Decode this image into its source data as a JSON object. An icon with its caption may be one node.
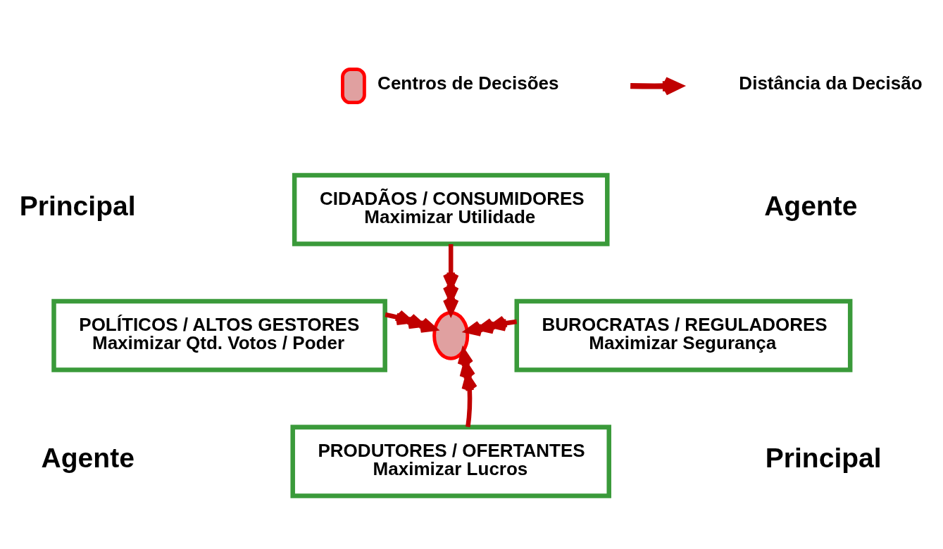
{
  "diagram": {
    "nodes": [
      {
        "text": [
          "CIDADÃOS / CONSUMIDORES",
          "Maximizar Utilidade"
        ]
      },
      {
        "text": [
          "POLÍTICOS / ALTOS GESTORES",
          "Maximizar Qtd. Votos / Poder"
        ]
      },
      {
        "text": [],
        "shape": "ellipse"
      },
      {
        "text": [
          "BUROCRATAS / REGULADORES",
          "Maximizar Segurança"
        ]
      },
      {
        "text": [
          "PRODUTORES / OFERTANTES",
          "Maximizar Lucros"
        ]
      }
    ],
    "edges": [
      {
        "from": 0,
        "to": 2,
        "arrow": "to"
      },
      {
        "from": 1,
        "to": 2,
        "arrow": "to"
      },
      {
        "from": 3,
        "to": 2,
        "arrow": "to"
      },
      {
        "from": 4,
        "to": 2,
        "arrow": "to"
      }
    ],
    "labels": [
      "Principal",
      "Agente",
      "Agente",
      "Principal"
    ],
    "legend": [
      {
        "text": "Centros de Decisões"
      },
      {
        "text": "Distância da Decisão"
      }
    ]
  }
}
